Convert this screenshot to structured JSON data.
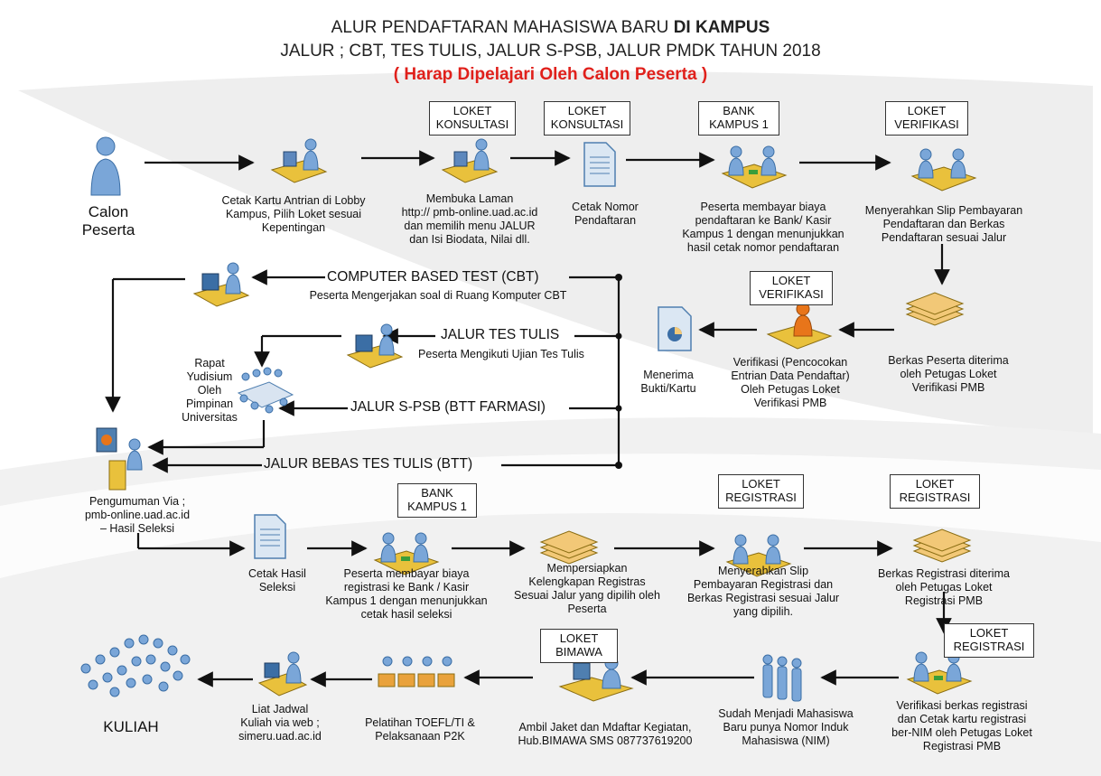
{
  "title": {
    "line1_prefix": "ALUR PENDAFTARAN MAHASISWA BARU ",
    "line1_bold": "DI KAMPUS",
    "line2": "JALUR ; CBT, TES TULIS, JALUR S-PSB, JALUR PMDK TAHUN 2018",
    "line3": "( Harap Dipelajari Oleh Calon Peserta )"
  },
  "boxes": {
    "konsultasi1": "LOKET\nKONSULTASI",
    "konsultasi2": "LOKET\nKONSULTASI",
    "bank1": "BANK\nKAMPUS 1",
    "verifikasi1": "LOKET\nVERIFIKASI",
    "verifikasi2": "LOKET\nVERIFIKASI",
    "bank2": "BANK\nKAMPUS 1",
    "registrasi1": "LOKET\nREGISTRASI",
    "registrasi2": "LOKET\nREGISTRASI",
    "registrasi3": "LOKET\nREGISTRASI",
    "bimawa": "LOKET\nBIMAWA"
  },
  "labels": {
    "calon": "Calon\nPeserta",
    "cetak_kartu": "Cetak Kartu Antrian di Lobby\nKampus, Pilih Loket sesuai\nKepentingan",
    "membuka": "Membuka Laman\nhttp:// pmb-online.uad.ac.id\ndan memilih menu JALUR\ndan Isi Biodata, Nilai dll.",
    "cetak_nomor": "Cetak Nomor\nPendaftaran",
    "bayar_daftar": "Peserta membayar biaya\npendaftaran ke Bank/ Kasir\nKampus 1 dengan menunjukkan\nhasil cetak nomor pendaftaran",
    "serah_slip": "Menyerahkan Slip Pembayaran\nPendaftaran dan Berkas\nPendaftaran sesuai Jalur",
    "berkas_diterima": "Berkas Peserta diterima\noleh Petugas Loket\nVerifikasi PMB",
    "verifikasi_cocok": "Verifikasi (Pencocokan\nEntrian Data Pendaftar)\nOleh Petugas Loket\nVerifikasi  PMB",
    "menerima_bukti": "Menerima\nBukti/Kartu",
    "cbt_desc": "Peserta Mengerjakan soal di Ruang Komputer CBT",
    "tulis_desc": "Peserta Mengikuti Ujian Tes Tulis",
    "rapat": "Rapat\nYudisium Oleh\nPimpinan\nUniversitas",
    "pengumuman": "Pengumuman Via ;\npmb-online.uad.ac.id\n– Hasil Seleksi",
    "cetak_hasil": "Cetak Hasil\nSeleksi",
    "bayar_reg": "Peserta membayar biaya\nregistrasi ke Bank / Kasir\nKampus 1 dengan menunjukkan\ncetak hasil seleksi",
    "mempersiapkan": "Mempersiapkan\nKelengkapan Registras\nSesuai Jalur yang dipilih oleh\nPeserta",
    "serah_reg": "Menyerahkan Slip\nPembayaran Registrasi dan\nBerkas Registrasi sesuai Jalur\nyang dipilih.",
    "berkas_reg": "Berkas Registrasi diterima\noleh Petugas Loket\nRegistrasi  PMB",
    "verifikasi_reg": "Verifikasi berkas registrasi\ndan Cetak kartu registrasi\nber-NIM  oleh Petugas Loket\nRegistrasi PMB",
    "sudah_mhs": "Sudah Menjadi Mahasiswa\nBaru punya Nomor Induk\nMahasiswa (NIM)",
    "ambil_jaket": "Ambil Jaket dan Mdaftar Kegiatan,\nHub.BIMAWA SMS 087737619200",
    "pelatihan": "Pelatihan TOEFL/TI &\nPelaksanaan P2K",
    "liat_jadwal": "Liat Jadwal\nKuliah via web ;\nsimeru.uad.ac.id",
    "kuliah": "KULIAH"
  },
  "lanes": {
    "cbt": "COMPUTER BASED TEST (CBT)",
    "tulis": "JALUR TES TULIS",
    "spsb": "JALUR S-PSB (BTT FARMASI)",
    "btt": "JALUR BEBAS TES TULIS (BTT)"
  },
  "colors": {
    "person": "#7aa6d8",
    "desk": "#e9c13c",
    "document": "#8fb4d9",
    "paper": "#f2c877",
    "red_title": "#e0201b",
    "orange_person": "#e8751a"
  }
}
